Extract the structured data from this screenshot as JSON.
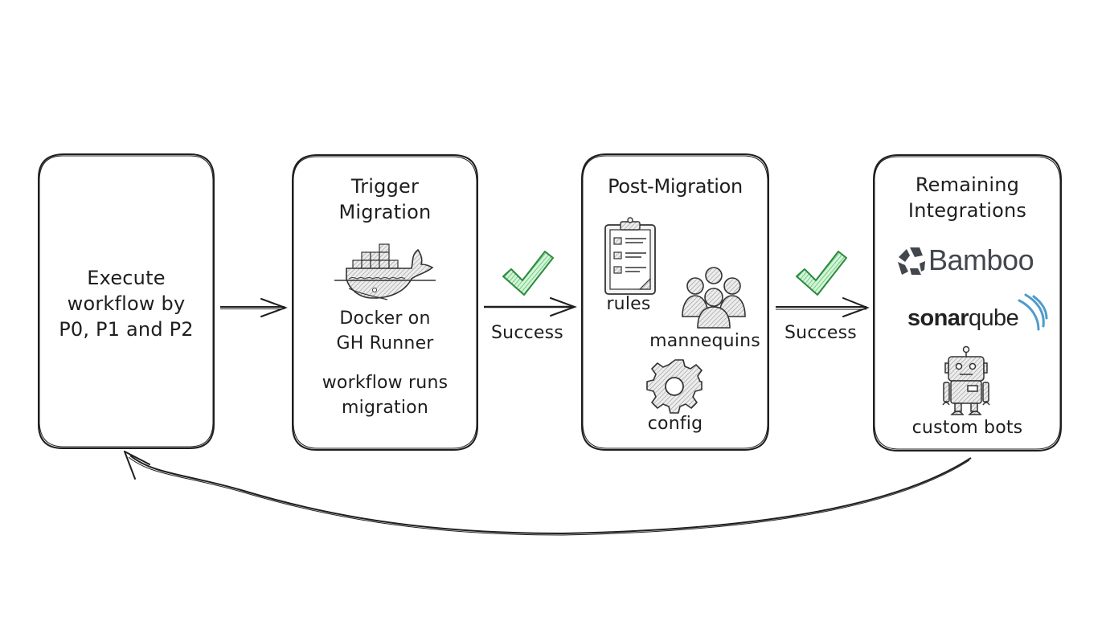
{
  "diagram": {
    "steps": [
      {
        "id": "execute",
        "title": "Execute workflow by P0, P1 and P2",
        "title_lines": [
          "Execute",
          "workflow by",
          "P0, P1 and P2"
        ]
      },
      {
        "id": "trigger",
        "title_lines": [
          "Trigger",
          "Migration"
        ],
        "icon": "docker-whale-icon",
        "caption_lines": [
          "Docker on",
          "GH Runner"
        ],
        "note_lines": [
          "workflow runs",
          "migration"
        ]
      },
      {
        "id": "post",
        "title": "Post-Migration",
        "items": [
          {
            "icon": "clipboard-checklist-icon",
            "label": "rules"
          },
          {
            "icon": "people-group-icon",
            "label": "mannequins"
          },
          {
            "icon": "gear-icon",
            "label": "config"
          }
        ]
      },
      {
        "id": "remaining",
        "title_lines": [
          "Remaining",
          "Integrations"
        ],
        "items": [
          {
            "icon": "bamboo-logo-icon",
            "label": "Bamboo"
          },
          {
            "icon": "sonarqube-logo-icon",
            "label_bold": "sonar",
            "label_light": "qube"
          },
          {
            "icon": "robot-icon",
            "label": "custom bots"
          }
        ]
      }
    ],
    "connectors": [
      {
        "from": "execute",
        "to": "trigger",
        "label": ""
      },
      {
        "from": "trigger",
        "to": "post",
        "label": "Success",
        "icon": "checkmark-icon"
      },
      {
        "from": "post",
        "to": "remaining",
        "label": "Success",
        "icon": "checkmark-icon"
      },
      {
        "from": "remaining",
        "to": "execute",
        "label": "",
        "style": "curved-loop"
      }
    ],
    "colors": {
      "stroke": "#1e1e1e",
      "check_fill": "#b2f2bb",
      "check_stroke": "#2b8a3e",
      "bamboo": "#42464d",
      "sonar_blue": "#4e9bcd",
      "hatch": "#9a9a9a"
    }
  }
}
